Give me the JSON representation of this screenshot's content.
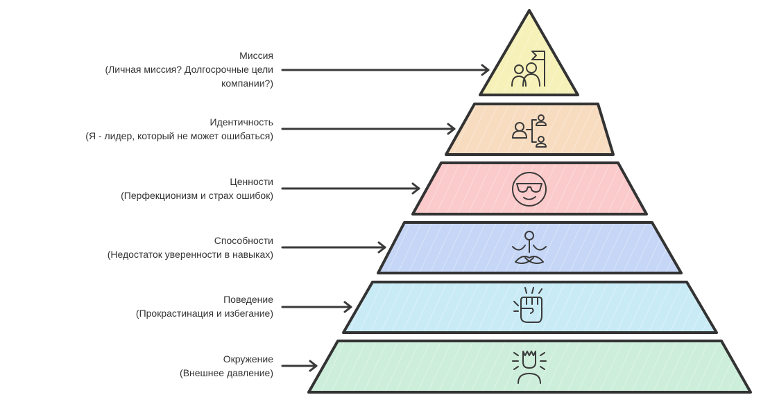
{
  "tiers": [
    {
      "title": "Миссия",
      "subtitle": "(Личная миссия? Долгосрочные цели компании?)",
      "subtitle_lines": [
        "(Личная миссия? Долгосрочные цели",
        "компании?)"
      ],
      "icon": "team-flag-icon",
      "color": "#f6f1b8"
    },
    {
      "title": "Идентичность",
      "subtitle": "(Я - лидер, который не может ошибаться)",
      "subtitle_lines": [
        "(Я - лидер, который не может ошибаться)"
      ],
      "icon": "leader-hierarchy-icon",
      "color": "#f7dcc0"
    },
    {
      "title": "Ценности",
      "subtitle": "(Перфекционизм и страх ошибок)",
      "subtitle_lines": [
        "(Перфекционизм и страх ошибок)"
      ],
      "icon": "sunglasses-face-icon",
      "color": "#fbcaca"
    },
    {
      "title": "Способности",
      "subtitle": "(Недостаток уверенности в навыках)",
      "subtitle_lines": [
        "(Недостаток уверенности в навыках)"
      ],
      "icon": "meditation-icon",
      "color": "#c6d6f6"
    },
    {
      "title": "Поведение",
      "subtitle": "(Прокрастинация и избегание)",
      "subtitle_lines": [
        "(Прокрастинация и избегание)"
      ],
      "icon": "fist-icon",
      "color": "#c9ebf6"
    },
    {
      "title": "Окружение",
      "subtitle": "(Внешнее давление)",
      "subtitle_lines": [
        "(Внешнее давление)"
      ],
      "icon": "stressed-person-icon",
      "color": "#cdeedb"
    }
  ]
}
